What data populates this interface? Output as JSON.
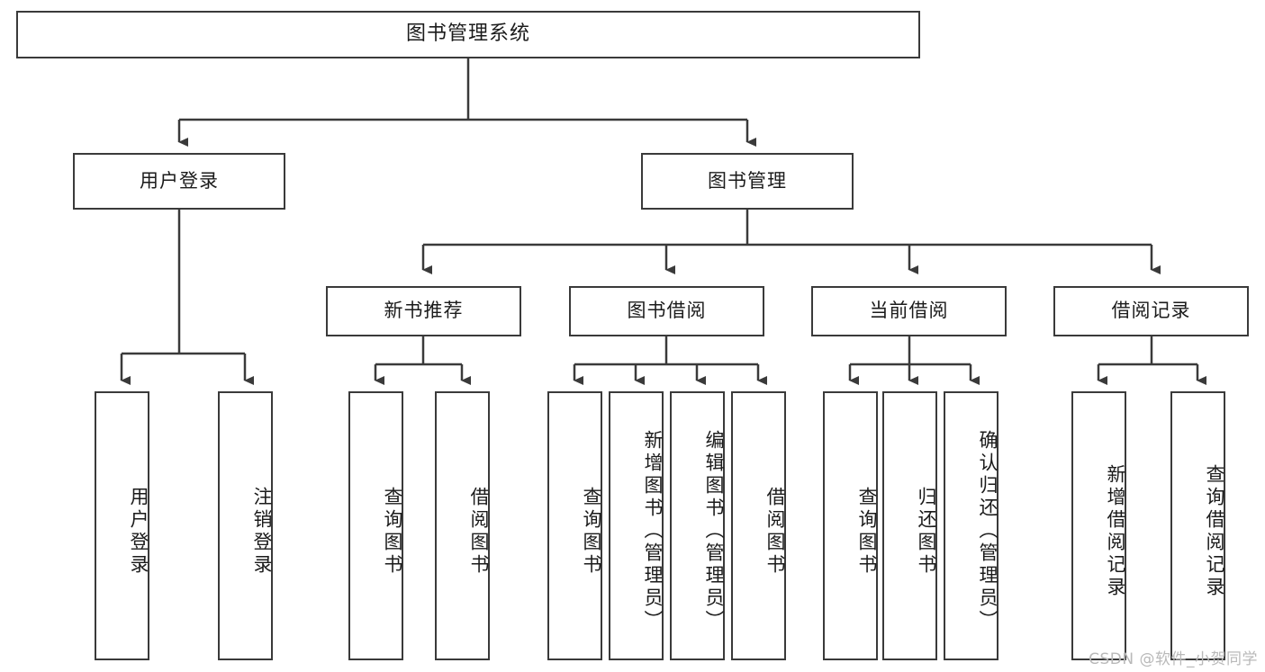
{
  "diagram": {
    "title": "图书管理系统",
    "type": "tree-hierarchy",
    "colors": {
      "background": "#ffffff",
      "box_border": "#3a3a3a",
      "box_fill": "#ffffff",
      "text": "#1b1b1b",
      "connector": "#3a3a3a",
      "watermark": "#b9b9b9"
    },
    "root": {
      "label": "图书管理系统"
    },
    "level2": [
      {
        "label": "用户登录"
      },
      {
        "label": "图书管理"
      }
    ],
    "level3": [
      {
        "label": "新书推荐"
      },
      {
        "label": "图书借阅"
      },
      {
        "label": "当前借阅"
      },
      {
        "label": "借阅记录"
      }
    ],
    "leaves": {
      "user_login": [
        {
          "label": "用户登录"
        },
        {
          "label": "注销登录"
        }
      ],
      "new_book": [
        {
          "label": "查询图书"
        },
        {
          "label": "借阅图书"
        }
      ],
      "book_borrow": [
        {
          "label": "查询图书"
        },
        {
          "label": "新增图书（管理员）"
        },
        {
          "label": "编辑图书（管理员）"
        },
        {
          "label": "借阅图书"
        }
      ],
      "current_borrow": [
        {
          "label": "查询图书"
        },
        {
          "label": "归还图书"
        },
        {
          "label": "确认归还（管理员）"
        }
      ],
      "borrow_record": [
        {
          "label": "新增借阅记录"
        },
        {
          "label": "查询借阅记录"
        }
      ]
    },
    "watermark": "CSDN @软件_小贺同学"
  }
}
